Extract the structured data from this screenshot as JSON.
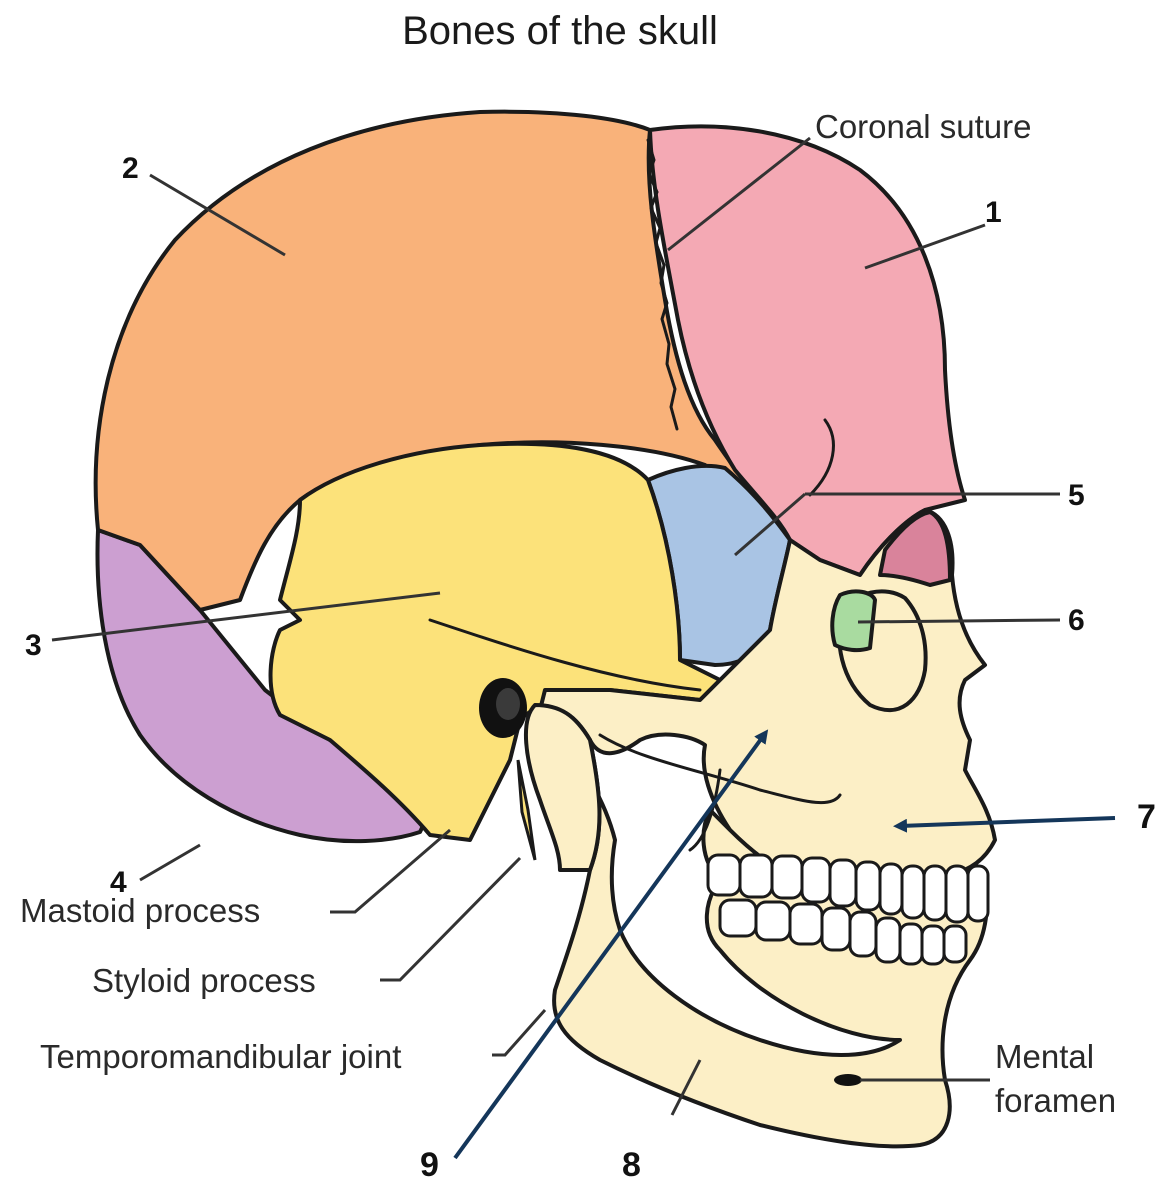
{
  "title": "Bones of the skull",
  "colors": {
    "frontal": "#f4a9b4",
    "parietal": "#f9b27a",
    "temporal": "#fce27a",
    "occipital": "#cc9fd1",
    "sphenoid": "#a9c4e4",
    "ethmoid": "#a9dba0",
    "facial": "#fcefc6",
    "nasal": "#d9839b",
    "arrow": "#14365a"
  },
  "labels": {
    "coronal_suture": "Coronal suture",
    "mastoid_process": "Mastoid process",
    "styloid_process": "Styloid process",
    "temporomandibular_joint": "Temporomandibular joint",
    "mental_foramen_line1": "Mental",
    "mental_foramen_line2": "foramen"
  },
  "numbers": {
    "n1": "1",
    "n2": "2",
    "n3": "3",
    "n4": "4",
    "n5": "5",
    "n6": "6",
    "n7": "7",
    "n8": "8",
    "n9": "9"
  }
}
